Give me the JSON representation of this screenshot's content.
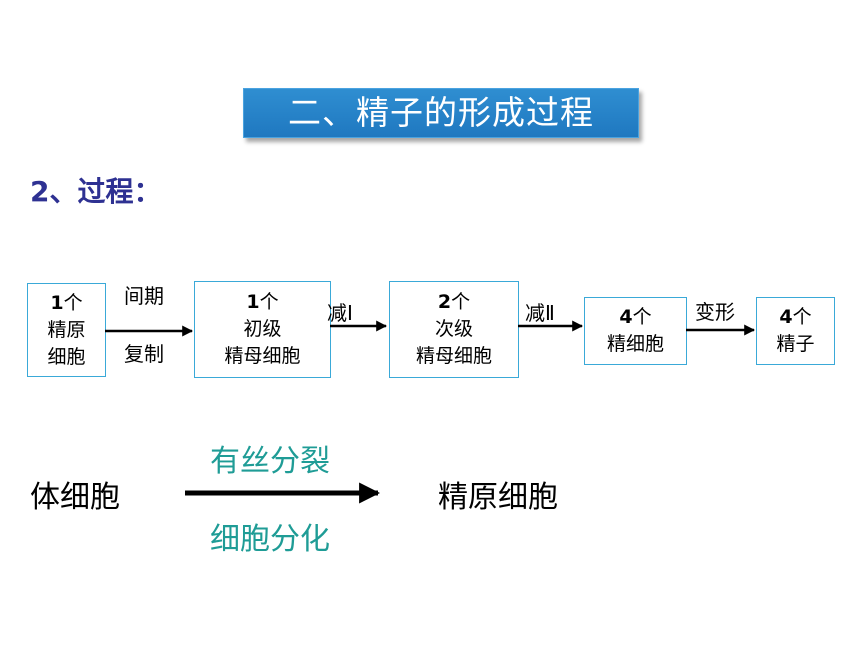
{
  "title": "二、精子的形成过程",
  "subheading": "2、过程：",
  "flow": {
    "boxes": [
      {
        "count": "1",
        "unit": "个",
        "lines": [
          "精原",
          "细胞"
        ]
      },
      {
        "count": "1",
        "unit": "个",
        "lines": [
          "初级",
          "精母细胞"
        ]
      },
      {
        "count": "2",
        "unit": "个",
        "lines": [
          "次级",
          "精母细胞"
        ]
      },
      {
        "count": "4",
        "unit": "个",
        "lines": [
          "精细胞"
        ]
      },
      {
        "count": "4",
        "unit": "个",
        "lines": [
          "精子"
        ]
      }
    ],
    "arrows": [
      {
        "top": "间期",
        "bottom": "复制"
      },
      {
        "top": "减Ⅰ"
      },
      {
        "top": "减Ⅱ"
      },
      {
        "top": "变形"
      }
    ]
  },
  "lower": {
    "from": "体细胞",
    "to": "精原细胞",
    "above_arrow": "有丝分裂",
    "below_arrow": "细胞分化"
  }
}
